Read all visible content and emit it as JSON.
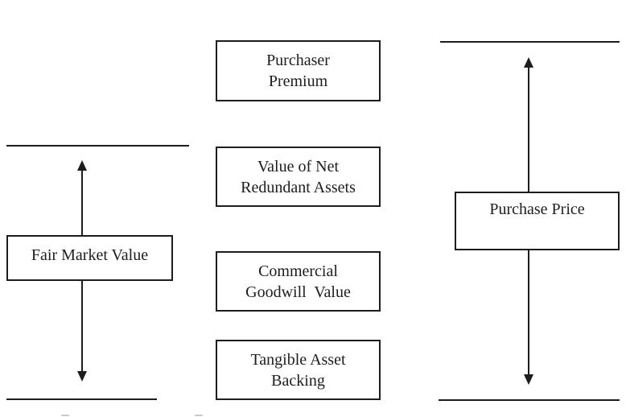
{
  "colors": {
    "ink": "#1d1d1d",
    "background": "#ffffff",
    "box_fill": "#ffffff"
  },
  "left_measure": {
    "box_label": "Fair Market Value",
    "spans_components": [
      "Commercial Goodwill Value",
      "Tangible Asset Backing"
    ]
  },
  "right_measure": {
    "box_label": "Purchase Price",
    "spans_components": [
      "Purchaser Premium",
      "Value of Net Redundant Assets",
      "Commercial Goodwill Value",
      "Tangible Asset Backing"
    ]
  },
  "components": [
    {
      "lines": [
        "Purchaser",
        "Premium"
      ]
    },
    {
      "lines": [
        "Value of Net",
        "Redundant Assets"
      ]
    },
    {
      "lines": [
        "Commercial",
        "Goodwill  Value"
      ]
    },
    {
      "lines": [
        "Tangible Asset",
        "Backing"
      ]
    }
  ]
}
